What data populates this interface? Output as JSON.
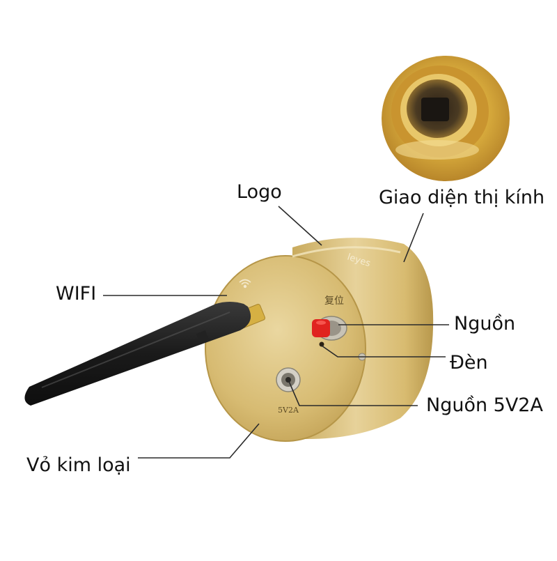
{
  "image": {
    "subject": "wifi microscope camera",
    "colors": {
      "body_gold": "#d9bd72",
      "body_highlight": "#efe0b0",
      "body_shadow": "#b7984c",
      "antenna": "#1e1e1e",
      "button_red": "#e0231f",
      "connector_gold": "#d6b043",
      "leader_line": "#2a2a2a"
    }
  },
  "device_markings": {
    "brand": "leyes",
    "reset_label": "复位",
    "power_label": "5V2A",
    "wifi_symbol": "wifi-icon"
  },
  "callouts": {
    "logo": "Logo",
    "eyepiece": "Giao diện thị kính",
    "wifi": "WIFI",
    "power": "Nguồn",
    "light": "Đèn",
    "power_5v2a": "Nguồn 5V2A",
    "metal_case": "Vỏ kim loại"
  }
}
